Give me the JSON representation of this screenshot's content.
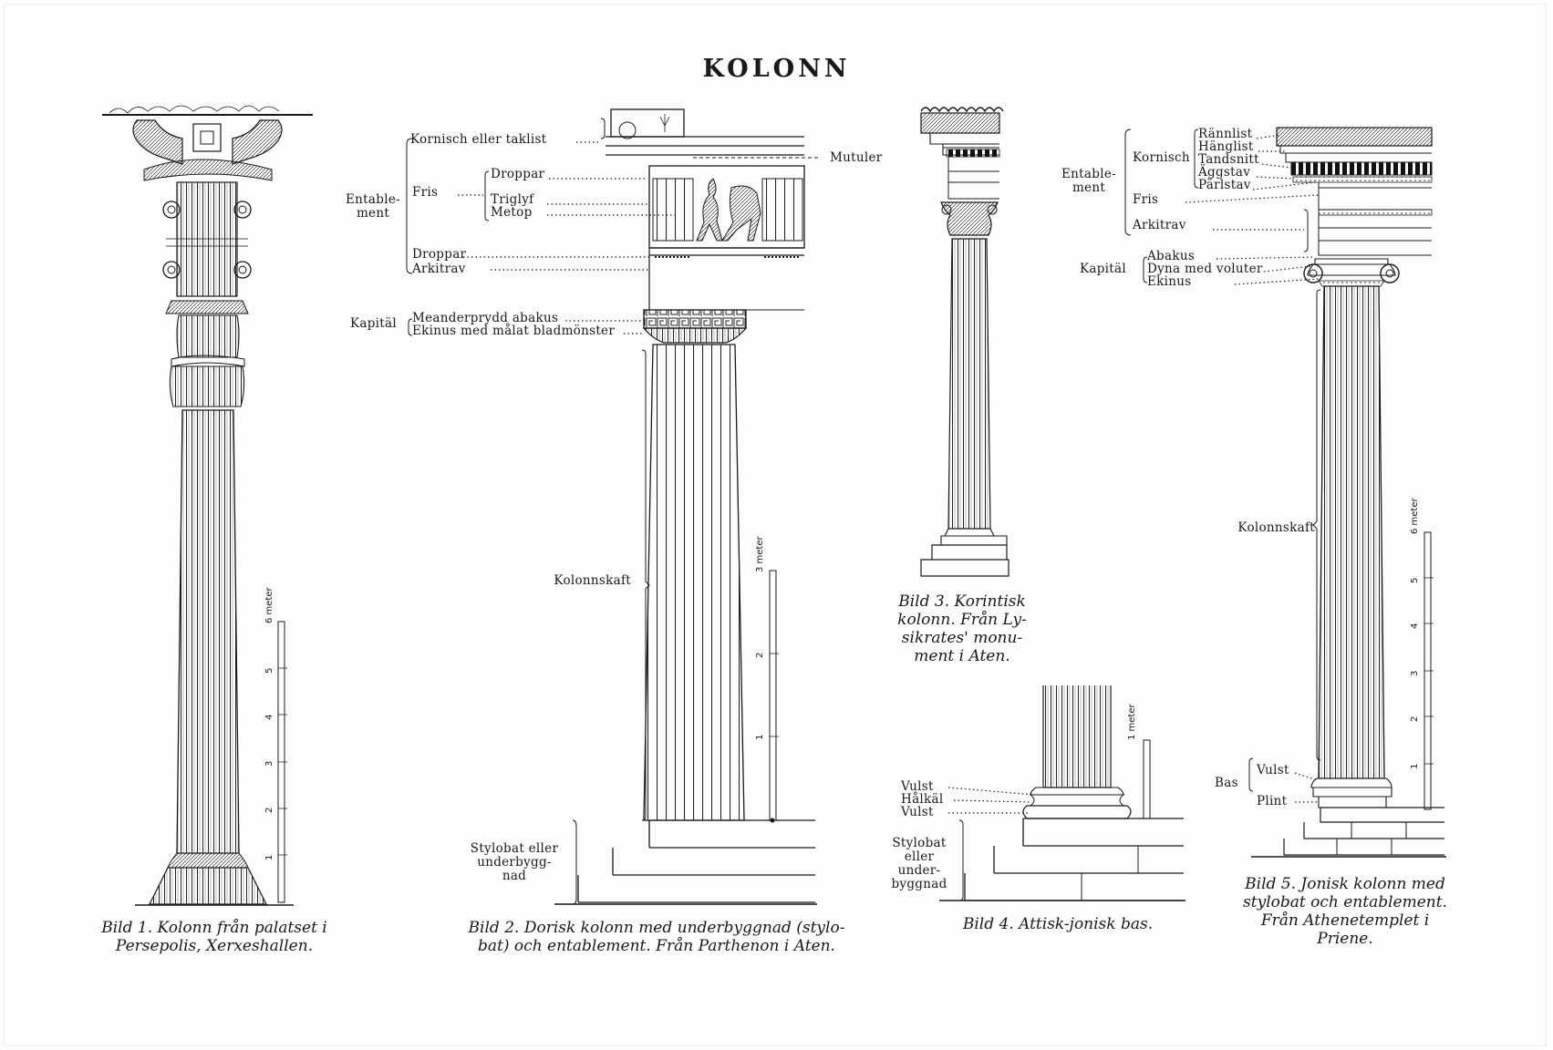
{
  "title": "KOLONN",
  "fig1": {
    "caption": [
      "Bild 1. Kolonn från palatset i",
      "Persepolis, Xerxeshallen."
    ],
    "scale": {
      "unit": "6 meter",
      "ticks": [
        "1",
        "2",
        "3",
        "4",
        "5"
      ]
    }
  },
  "fig2": {
    "labels": {
      "kornisch": "Kornisch eller taklist",
      "mutuler": "Mutuler",
      "entablement": [
        "Entable-",
        "ment"
      ],
      "fris": "Fris",
      "droppar1": "Droppar",
      "triglyf": "Triglyf",
      "metop": "Metop",
      "droppar2": "Droppar",
      "arkitrav": "Arkitrav",
      "kapital": "Kapitäl",
      "abakus": "Meanderprydd abakus",
      "ekinus": "Ekinus med målat bladmönster",
      "kolonnskaft": "Kolonnskaft",
      "stylobat": [
        "Stylobat eller",
        "underbygg-",
        "nad"
      ]
    },
    "caption": [
      "Bild 2. Dorisk kolonn med underbyggnad (stylo-",
      "bat) och entablement. Från Parthenon i Aten."
    ],
    "scale": {
      "unit": "3 meter",
      "ticks": [
        "1",
        "2"
      ]
    }
  },
  "fig3": {
    "caption": [
      "Bild 3. Korintisk",
      "kolonn. Från Ly-",
      "sikrates' monu-",
      "ment i Aten."
    ]
  },
  "fig4": {
    "labels": {
      "vulst1": "Vulst",
      "halkal": "Hålkäl",
      "vulst2": "Vulst",
      "stylobat": [
        "Stylobat",
        "eller",
        "under-",
        "byggnad"
      ]
    },
    "caption": [
      "Bild 4. Attisk-jonisk bas."
    ],
    "scale": {
      "unit": "1 meter"
    }
  },
  "fig5": {
    "labels": {
      "rannlist": "Rännlist",
      "hanglist": "Hänglist",
      "tandsnitt": "Tandsnitt",
      "aggstav": "Äggstav",
      "parlstav": "Pärlstav",
      "kornisch": "Kornisch",
      "entablement": [
        "Entable-",
        "ment"
      ],
      "fris": "Fris",
      "arkitrav": "Arkitrav",
      "kapital": "Kapitäl",
      "abakus": "Abakus",
      "dyna": "Dyna med voluter",
      "ekinus": "Ekinus",
      "kolonnskaft": "Kolonnskaft",
      "bas": "Bas",
      "vulst": "Vulst",
      "plint": "Plint"
    },
    "caption": [
      "Bild 5. Jonisk kolonn med",
      "stylobat och entablement.",
      "Från Athenetemplet i",
      "Priene."
    ],
    "scale": {
      "unit": "6 meter",
      "ticks": [
        "1",
        "2",
        "3",
        "4",
        "5"
      ]
    }
  }
}
